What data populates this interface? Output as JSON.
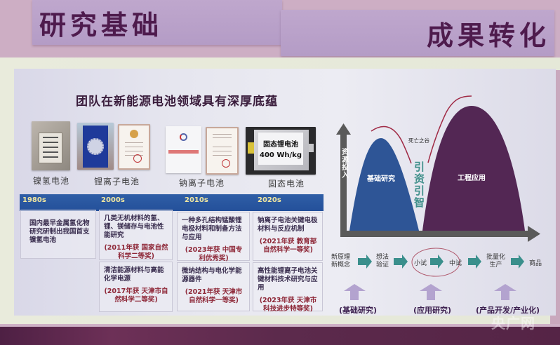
{
  "header": {
    "left_title": "研究基础",
    "right_title": "成果转化"
  },
  "left_panel": {
    "headline": "团队在新能源电池领域具有深厚底蕴",
    "gallery": [
      {
        "caption": "镍氢电池",
        "photo": "nickel-hydrogen-battery-photo"
      },
      {
        "caption": "锂离子电池",
        "photo": "lithium-ion-bag-and-certificate"
      },
      {
        "caption": "钠离子电池",
        "photo": "patent-award-book-and-certificate"
      },
      {
        "caption": "固态电池",
        "photo": "solid-state-battery-pouch",
        "label_line1": "固态锂电池",
        "label_line2": "400 Wh/kg"
      }
    ],
    "timeline": {
      "eras": [
        "1980s",
        "2000s",
        "2010s",
        "2020s"
      ],
      "cards": [
        {
          "era": "1980s",
          "title": "国内最早金属氢化物研究研制出我国首支镍氢电池",
          "award": ""
        },
        {
          "era": "2000s",
          "title": "几类无机材料的氢、锂、镁储存与电池性能研究",
          "award": "(2011年获 国家自然科学二等奖)"
        },
        {
          "era": "2000s",
          "title": "清洁能源材料与高能化学电源",
          "award": "(2017年获 天津市自然科学二等奖)"
        },
        {
          "era": "2010s",
          "title": "一种多孔结构锰酸锂电极材料和制备方法与应用",
          "award": "(2023年获 中国专利优秀奖)"
        },
        {
          "era": "2010s",
          "title": "微纳结构与电化学能源器件",
          "award": "(2021年获 天津市自然科学一等奖)"
        },
        {
          "era": "2020s",
          "title": "钠离子电池关键电极材料与反应机制",
          "award": "(2021年获 教育部自然科学一等奖)"
        },
        {
          "era": "2020s",
          "title": "高性能锂离子电池关键材料技术研究与应用",
          "award": "(2023年获 天津市科技进步特等奖)"
        }
      ]
    }
  },
  "right_panel": {
    "y_axis_label": "资源投入",
    "hump_left_label": "基础研究",
    "hump_right_label": "工程应用",
    "valley_label": "死亡之谷",
    "bridge_label": "引资引智",
    "colors": {
      "hump_left": "#2e5596",
      "hump_right": "#532754",
      "bridge_text": "#3f8f8a",
      "death_curve": "#a02a45",
      "flow_arrow": "#3a8f8c",
      "up_arrow": "#b3a3cf",
      "axis": "#5a5a5a"
    },
    "flow_steps": [
      "新原理\n新概念",
      "想法\n验证",
      "小试",
      "中试",
      "批量化\n生产",
      "商品"
    ],
    "stage_labels": [
      "(基础研究)",
      "(应用研究)",
      "(产品开发/产业化)"
    ]
  },
  "watermark": "央广网"
}
